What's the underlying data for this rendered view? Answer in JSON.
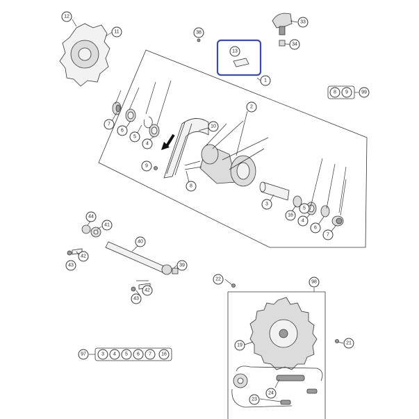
{
  "callouts": {
    "c1": "1",
    "c2": "2",
    "c3": "3",
    "c4a": "4",
    "c4b": "4",
    "c5a": "5",
    "c5b": "5",
    "c6a": "6",
    "c6b": "6",
    "c7a": "7",
    "c7b": "7",
    "c8": "8",
    "c9": "9",
    "c10": "10",
    "c11": "11",
    "c12": "12",
    "c13": "13",
    "c16": "16",
    "c19": "19",
    "c21": "21",
    "c22": "22",
    "c23": "23",
    "c24": "24",
    "c33": "33",
    "c34": "34",
    "c38": "38",
    "c39": "39",
    "c40": "40",
    "c41": "41",
    "c42a": "42",
    "c42b": "42",
    "c43a": "43",
    "c43b": "43",
    "c44": "44",
    "c98": "98",
    "c99": "99",
    "c97": "97"
  },
  "kit_99": [
    "8",
    "9"
  ],
  "kit_97": [
    "3",
    "4",
    "5",
    "6",
    "7",
    "16"
  ],
  "colors": {
    "highlight": "#3a4aa8",
    "line": "#333333"
  }
}
